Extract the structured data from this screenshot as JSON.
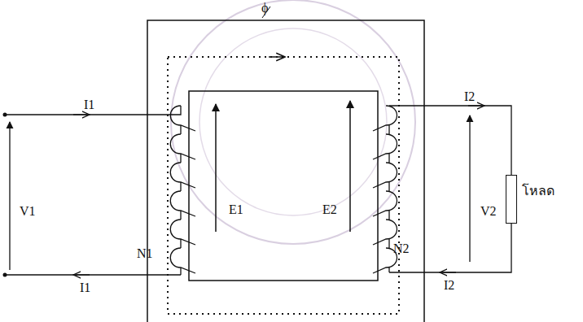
{
  "diagram": {
    "nodes": [
      {
        "text": [
          "โหลด"
        ]
      }
    ],
    "edges": [],
    "labels": [
      "ϕ",
      "I1",
      "I2",
      "V1",
      "E1",
      "E2",
      "V2",
      "I1",
      "N1",
      "N2",
      "I2"
    ]
  }
}
